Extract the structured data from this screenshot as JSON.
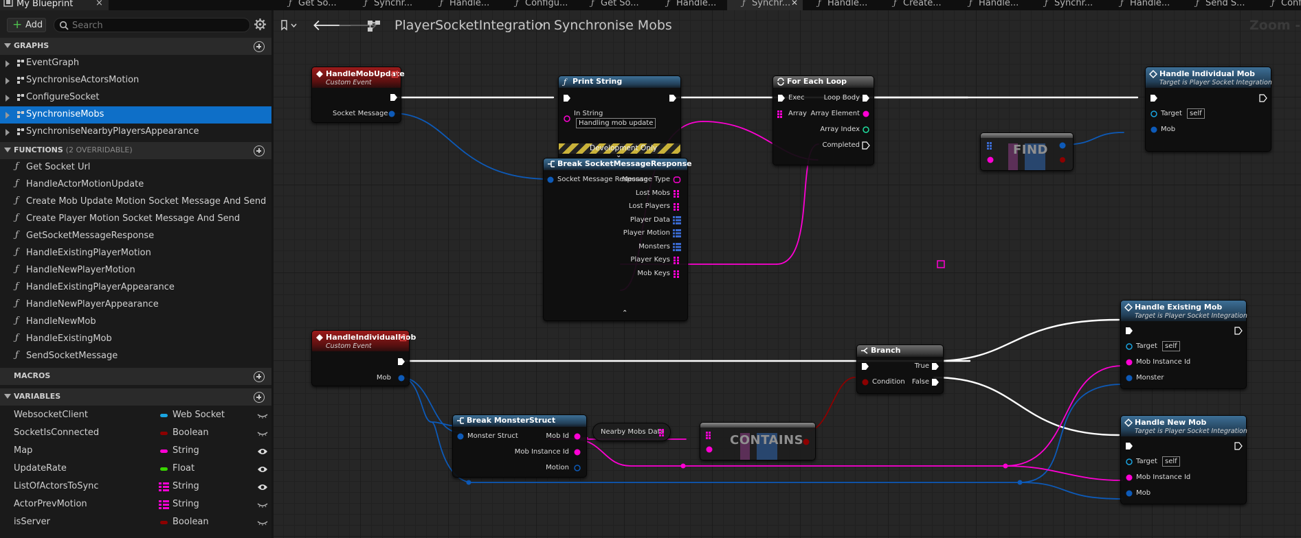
{
  "tabbar": {
    "blueprint_tab": {
      "label": "My Blueprint",
      "close": "×"
    },
    "doc_tabs": [
      {
        "label": "Get So...",
        "active": false
      },
      {
        "label": "Synchr...",
        "active": false
      },
      {
        "label": "Handle...",
        "active": false
      },
      {
        "label": "Configu...",
        "active": false
      },
      {
        "label": "Get So...",
        "active": false
      },
      {
        "label": "Handle...",
        "active": false
      },
      {
        "label": "Synchr...",
        "active": true
      },
      {
        "label": "Handle...",
        "active": false
      },
      {
        "label": "Create...",
        "active": false
      },
      {
        "label": "Handle...",
        "active": false
      },
      {
        "label": "Synchr...",
        "active": false
      },
      {
        "label": "Handle...",
        "active": false
      },
      {
        "label": "Send S...",
        "active": false
      },
      {
        "label": "Configu...",
        "active": false
      }
    ]
  },
  "left_panel": {
    "add_label": "Add",
    "search_placeholder": "Search",
    "graphs": {
      "title": "GRAPHS",
      "items": [
        "EventGraph",
        "SynchroniseActorsMotion",
        "ConfigureSocket",
        "SynchroniseMobs",
        "SynchroniseNearbyPlayersAppearance"
      ],
      "selected": "SynchroniseMobs"
    },
    "functions": {
      "title": "FUNCTIONS",
      "subtitle": "(2 OVERRIDABLE)",
      "items": [
        "Get Socket Url",
        "HandleActorMotionUpdate",
        "Create Mob Update Motion Socket Message And Send",
        "Create Player Motion Socket Message And Send",
        "GetSocketMessageResponse",
        "HandleExistingPlayerMotion",
        "HandleNewPlayerMotion",
        "HandleExistingPlayerAppearance",
        "HandleNewPlayerAppearance",
        "HandleNewMob",
        "HandleExistingMob",
        "SendSocketMessage"
      ]
    },
    "macros": {
      "title": "MACROS"
    },
    "variables": {
      "title": "VARIABLES",
      "items": [
        {
          "name": "WebsocketClient",
          "type": "Web Socket",
          "color": "#1aa4e0",
          "array": false,
          "eye": "closed"
        },
        {
          "name": "SocketIsConnected",
          "type": "Boolean",
          "color": "#8c0000",
          "array": false,
          "eye": "closed"
        },
        {
          "name": "Map",
          "type": "String",
          "color": "#ff00d4",
          "array": false,
          "eye": "open"
        },
        {
          "name": "UpdateRate",
          "type": "Float",
          "color": "#38d500",
          "array": false,
          "eye": "open"
        },
        {
          "name": "ListOfActorsToSync",
          "type": "String",
          "color": "#ff00d4",
          "array": true,
          "eye": "open"
        },
        {
          "name": "ActorPrevMotion",
          "type": "String",
          "color": "#ff00d4",
          "array": true,
          "eye": "closed"
        },
        {
          "name": "isServer",
          "type": "Boolean",
          "color": "#8c0000",
          "array": false,
          "eye": "closed"
        }
      ]
    }
  },
  "graph": {
    "breadcrumb": {
      "blueprint": "PlayerSocketIntegration",
      "graph": "Synchronise Mobs",
      "separator": "›"
    },
    "zoom_label": "Zoom -",
    "nodes": {
      "handle_mob_update": {
        "title": "HandleMobUpdate",
        "subtitle": "Custom Event",
        "pin_out": "Socket Message"
      },
      "print_string": {
        "title": "Print String",
        "pin_in": "In String",
        "value": "Handling mob update",
        "dev": "Development Only"
      },
      "break_socket": {
        "title": "Break SocketMessageResponse",
        "pin_in": "Socket Message Response",
        "outs": [
          "Message Type",
          "Lost Mobs",
          "Lost Players",
          "Player Data",
          "Player Motion",
          "Monsters",
          "Player Keys",
          "Mob Keys"
        ]
      },
      "for_each": {
        "title": "For Each Loop",
        "ins": [
          "Exec",
          "Array"
        ],
        "outs": [
          "Loop Body",
          "Array Element",
          "Array Index",
          "Completed"
        ]
      },
      "find": {
        "label": "FIND"
      },
      "handle_individual_mob_call": {
        "title": "Handle Individual Mob",
        "subtitle": "Target is Player Socket Integration",
        "target": "Target",
        "self": "self",
        "mob": "Mob"
      },
      "handle_individual_mob_event": {
        "title": "HandleIndividualMob",
        "subtitle": "Custom Event",
        "pin_out": "Mob"
      },
      "break_monster": {
        "title": "Break MonsterStruct",
        "pin_in": "Monster Struct",
        "outs": [
          "Mob Id",
          "Mob Instance Id",
          "Motion"
        ]
      },
      "nearby": {
        "label": "Nearby Mobs Data"
      },
      "contains": {
        "label": "CONTAINS"
      },
      "branch": {
        "title": "Branch",
        "condition": "Condition",
        "true": "True",
        "false": "False"
      },
      "handle_existing_mob": {
        "title": "Handle Existing Mob",
        "subtitle": "Target is Player Socket Integration",
        "target": "Target",
        "self": "self",
        "p1": "Mob Instance Id",
        "p2": "Monster"
      },
      "handle_new_mob": {
        "title": "Handle New Mob",
        "subtitle": "Target is Player Socket Integration",
        "target": "Target",
        "self": "self",
        "p1": "Mob Instance Id",
        "p2": "Mob"
      }
    },
    "colors": {
      "exec": "#ffffff",
      "struct": "#0d5ab8",
      "string": "#ff00d4",
      "bool": "#8c0000",
      "object": "#1aa4e0",
      "int": "#1fe0a0",
      "event": "#9c1b1b",
      "function": "#3d6f96"
    }
  }
}
